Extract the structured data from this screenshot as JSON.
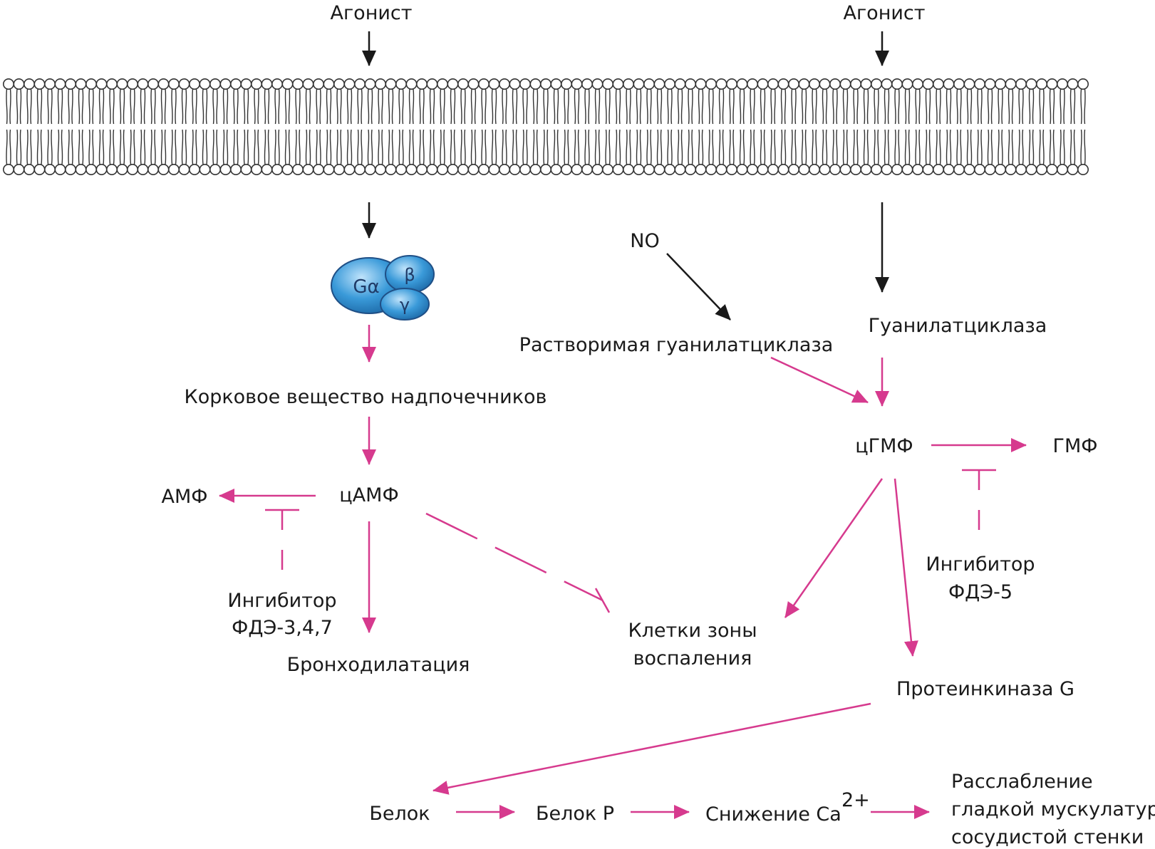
{
  "colors": {
    "black_arrow": "#1a1a1a",
    "pink_arrow": "#d63a8e",
    "g_protein_fill": "#3a9ad9",
    "g_protein_stroke": "#1f4f86"
  },
  "labels": {
    "agonist_left": "Агонист",
    "agonist_right": "Агонист",
    "no": "NO",
    "soluble_gc": "Растворимая гуанилатциклаза",
    "gc": "Гуанилатциклаза",
    "adrenal_cortex": "Корковое вещество надпочечников",
    "camp": "цАМФ",
    "amp": "АМФ",
    "cgmp": "цГМФ",
    "gmp": "ГМФ",
    "pde_inhibitor_left_1": "Ингибитор",
    "pde_inhibitor_left_2": "ФДЭ-3,4,7",
    "pde_inhibitor_right_1": "Ингибитор",
    "pde_inhibitor_right_2": "ФДЭ-5",
    "bronchodilation": "Бронходилатация",
    "inflammation_cells_1": "Клетки зоны",
    "inflammation_cells_2": "воспаления",
    "protein_kinase_g": "Протеинкиназа G",
    "protein": "Белок",
    "protein_p": "Белок Р",
    "ca_decrease": "Снижение Ca",
    "ca_superscript": "2+",
    "relaxation_1": "Расслабление",
    "relaxation_2": "гладкой мускулатуры",
    "relaxation_3": "сосудистой стенки"
  },
  "g_protein": {
    "alpha": "Gα",
    "beta": "β",
    "gamma": "γ"
  }
}
